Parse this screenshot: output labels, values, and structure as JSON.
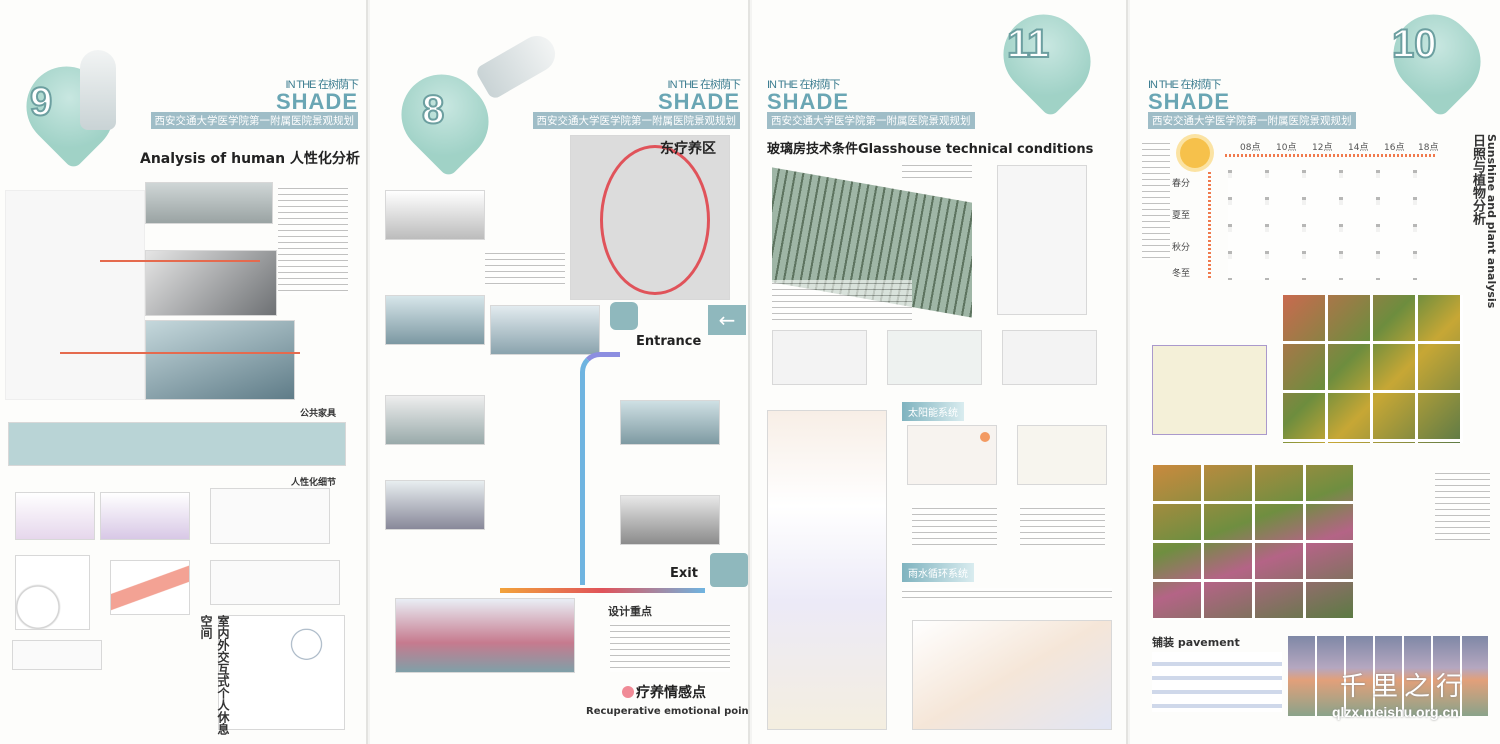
{
  "brand": {
    "line1": "IN THE",
    "line1_cn": "在树荫下",
    "line2": "SHADE",
    "subtitle": "西安交通大学医学院第一附属医院景观规划"
  },
  "panel1": {
    "number": "9",
    "title": "Analysis of human 人性化分析",
    "label_furniture": "公共家具",
    "label_details": "人性化细节",
    "vertical_label": "室内外交互式个人休息空间"
  },
  "panel2": {
    "number": "8",
    "area": "东疗养区",
    "entrance": "Entrance",
    "exit": "Exit",
    "design_points": "设计重点",
    "emotional_cn": "疗养情感点",
    "emotional_en": "Recuperative emotional point"
  },
  "panel3": {
    "number": "11",
    "title": "玻璃房技术条件Glasshouse technical conditions",
    "solar": "太阳能系统",
    "rain": "雨水循环系统"
  },
  "panel4": {
    "number": "10",
    "times": [
      "08点",
      "10点",
      "12点",
      "14点",
      "16点",
      "18点"
    ],
    "seasons": [
      "春分",
      "夏至",
      "秋分",
      "冬至"
    ],
    "title_cn": "日照与植物分析",
    "title_en": "Sunshine and plant analysis",
    "pavement": "铺装 pavement"
  },
  "watermark": {
    "cn": "千里之行",
    "url": "qlzx.meishu.org.cn"
  },
  "colors": {
    "accent_teal": "#6aa6b4",
    "route_red": "#e0535a",
    "sun": "#f6c14b"
  }
}
